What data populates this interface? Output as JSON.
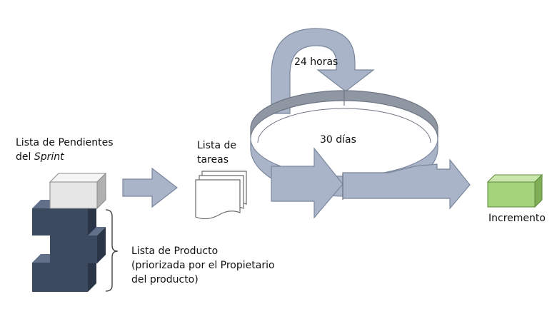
{
  "labels": {
    "sprint_backlog_line1": "Lista de Pendientes",
    "sprint_backlog_line2_prefix": "del ",
    "sprint_backlog_line2_italic": "Sprint",
    "task_list_line1": "Lista de",
    "task_list_line2": "tareas",
    "daily_cycle": "24 horas",
    "sprint_cycle": "30 días",
    "increment": "Incremento",
    "product_backlog_line1": "Lista de Producto",
    "product_backlog_line2": "(priorizada por el Propietario",
    "product_backlog_line3": "del producto)"
  },
  "colors": {
    "arrow_fill": "#a9b4c9",
    "arrow_stroke": "#7a879c",
    "ring_top": "#8f97a3",
    "dark_block_front": "#3c4a60",
    "light_block_front": "#e6e6e6",
    "increment_front": "#a3d37b"
  }
}
